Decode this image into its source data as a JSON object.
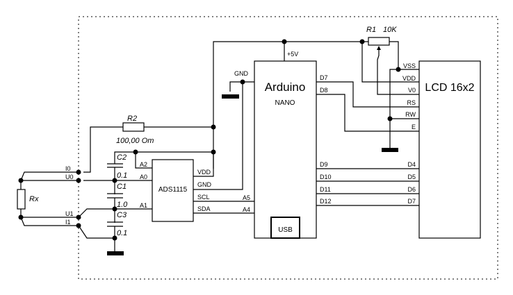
{
  "schematic": {
    "arduino": {
      "title": "Arduino",
      "subtitle": "NANO",
      "usb": "USB",
      "power_label": "+5V",
      "pins_right": [
        "D7",
        "D8",
        "D9",
        "D10",
        "D11",
        "D12"
      ],
      "pins_left": [
        "A5",
        "A4"
      ]
    },
    "lcd": {
      "title": "LCD 16x2",
      "pins": [
        "VSS",
        "VDD",
        "V0",
        "RS",
        "RW",
        "E",
        "D4",
        "D5",
        "D6",
        "D7"
      ]
    },
    "adc": {
      "title": "ADS1115",
      "pins_left": [
        "A2",
        "A0",
        "A1"
      ],
      "pins_right": [
        "VDD",
        "GND",
        "SCL",
        "SDA"
      ]
    },
    "gnd_label": "GND",
    "r1": {
      "name": "R1",
      "value": "10K"
    },
    "r2": {
      "name": "R2",
      "value": "100,00 Om"
    },
    "rx": {
      "name": "Rx"
    },
    "caps": [
      {
        "name": "C2",
        "value": "0.1"
      },
      {
        "name": "C1",
        "value": "1.0"
      },
      {
        "name": "C3",
        "value": "0.1"
      }
    ],
    "terminals": [
      "I0",
      "U0",
      "U1",
      "I1"
    ]
  }
}
